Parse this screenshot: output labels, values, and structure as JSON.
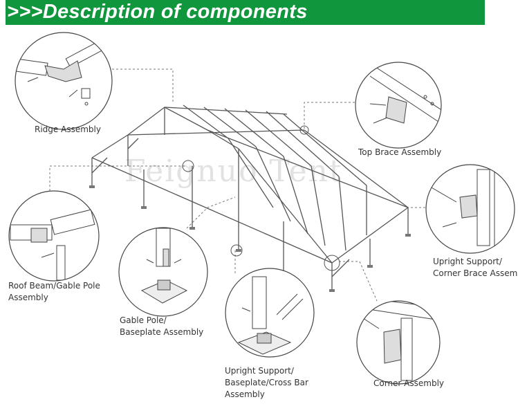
{
  "header": {
    "title": ">>>Description of components",
    "background": "#10963c",
    "color": "#ffffff"
  },
  "watermark": "Feignuo Tent",
  "callouts": [
    {
      "id": "ridge",
      "lines": [
        "Ridge Assembly"
      ]
    },
    {
      "id": "top-brace",
      "lines": [
        "Top Brace Assembly"
      ]
    },
    {
      "id": "roof-beam",
      "lines": [
        "Roof Beam/Gable Pole",
        "Assembly"
      ]
    },
    {
      "id": "gable-baseplate",
      "lines": [
        "Gable Pole/",
        "Baseplate Assembly"
      ]
    },
    {
      "id": "upright-corner-brace",
      "lines": [
        "Upright Support/",
        "Corner Brace Assembly"
      ]
    },
    {
      "id": "upright-baseplate",
      "lines": [
        "Upright Support/",
        "Baseplate/Cross Bar",
        "Assembly"
      ]
    },
    {
      "id": "corner",
      "lines": [
        "Corner Assembly"
      ]
    }
  ]
}
